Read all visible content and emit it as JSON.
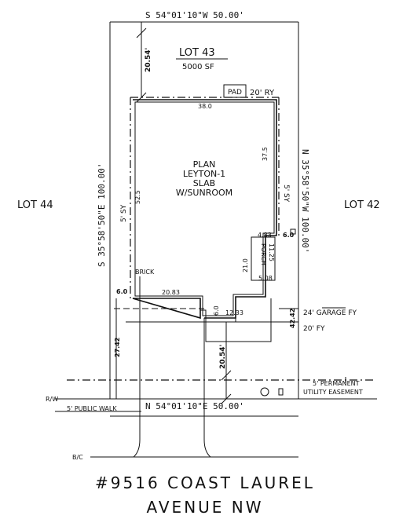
{
  "lot": {
    "number": "LOT 43",
    "area": "5000 SF",
    "left_neighbor": "LOT 44",
    "right_neighbor": "LOT 42"
  },
  "bearings": {
    "top": "S 54°01'10\"W   50.00'",
    "left": "S 35°58'50\"E   100.00'",
    "right": "N 35°58'50\"W   100.00'",
    "bottom": "N 54°01'10\"E      50.00'"
  },
  "plan": {
    "line1": "PLAN",
    "line2": "LEYTON-1",
    "line3": "SLAB",
    "line4": "W/SUNROOM"
  },
  "dims": {
    "front_setback_top": "20.54'",
    "pad": "PAD",
    "rear_yard": "20' RY",
    "width_top": "38.0",
    "right_depth": "37.5",
    "right_side_yard": "5' SY",
    "left_side_yard": "5' SY",
    "left_depth": "52.5",
    "porch_offset": "4.83",
    "right_gap": "6.0",
    "porch_label": "PORCH",
    "porch_depth": "11.25",
    "porch_width": "5.08",
    "porch_side": "21.0",
    "brick": "BRICK",
    "left_gap": "6.0",
    "bottom_left": "20.83",
    "garage_notch": "6.0",
    "garage_width": "12.33",
    "garage_setback": "42.42",
    "garage_fy": "24' GARAGE FY",
    "fy": "20' FY",
    "driveway_left": "27.42",
    "front_setback_bottom": "20.54'",
    "easement_line1": "5' PERMANENT",
    "easement_line2": "UTILITY EASEMENT",
    "rw": "R/W",
    "walk": "5' PUBLIC WALK",
    "bc": "B/C"
  },
  "address": {
    "line1": "#9516  COAST  LAUREL",
    "line2": "AVENUE  NW"
  }
}
